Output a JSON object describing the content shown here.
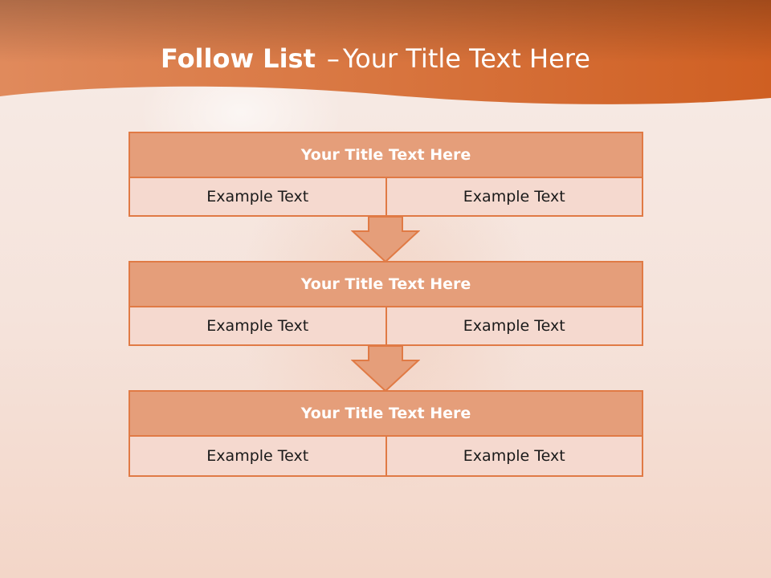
{
  "header": {
    "title_bold": "Follow List",
    "title_separator": "–",
    "title_rest": "Your Title Text Here"
  },
  "steps": [
    {
      "title": "Your Title Text Here",
      "left": "Example Text",
      "right": "Example Text"
    },
    {
      "title": "Your Title Text Here",
      "left": "Example Text",
      "right": "Example Text"
    },
    {
      "title": "Your Title Text Here",
      "left": "Example Text",
      "right": "Example Text"
    }
  ],
  "colors": {
    "banner_dark": "#a34a1f",
    "banner_orange": "#e07a45",
    "box_header": "#e59e7a",
    "box_body": "#f5d9cf",
    "border": "#e07a45",
    "arrow_fill": "#e59e7a"
  }
}
